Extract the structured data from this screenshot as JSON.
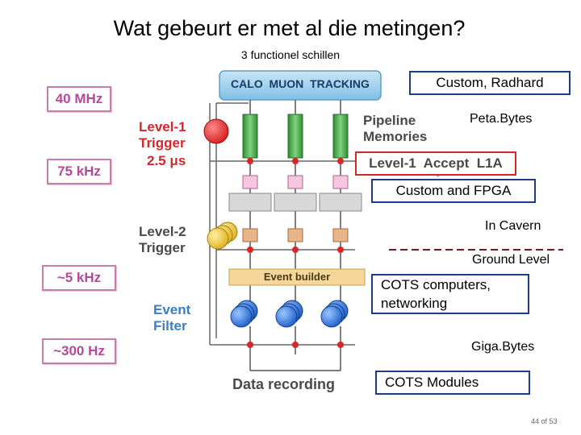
{
  "title": "Wat gebeurt er met al die metingen?",
  "subtitle": "3 functionel schillen",
  "rates": [
    "40 MHz",
    "75 kHz",
    "~5 kHz",
    "~300 Hz"
  ],
  "detectors": "CALO  MUON  TRACKING",
  "level1": {
    "line1": "Level-1",
    "line2": "Trigger",
    "latency": "2.5 μs"
  },
  "pipeline": {
    "line1": "Pipeline",
    "line2": "Memories"
  },
  "l1accept": "Level-1  Accept  L1A",
  "level2": {
    "line1": "Level-2",
    "line2": "Trigger"
  },
  "event_builder": "Event builder",
  "event_filter": {
    "line1": "Event",
    "line2": "Filter"
  },
  "data_recording": "Data recording",
  "annotations": {
    "custom_radhard": "Custom, Radhard",
    "petabytes": "Peta.Bytes",
    "custom_fpga": "Custom and FPGA",
    "in_cavern": "In Cavern",
    "ground_level": "Ground Level",
    "cots_computers_1": "COTS computers,",
    "cots_computers_2": "networking",
    "gigabytes": "Giga.Bytes",
    "cots_modules": "COTS Modules"
  },
  "page_number": "44 of 53",
  "colors": {
    "accent_red": "#d8252b",
    "rate_pink": "#b5489a",
    "box_blue": "#1e3a8a",
    "pipeline_green": "#4fae4f",
    "sphere_blue": "#2f6fd0"
  }
}
